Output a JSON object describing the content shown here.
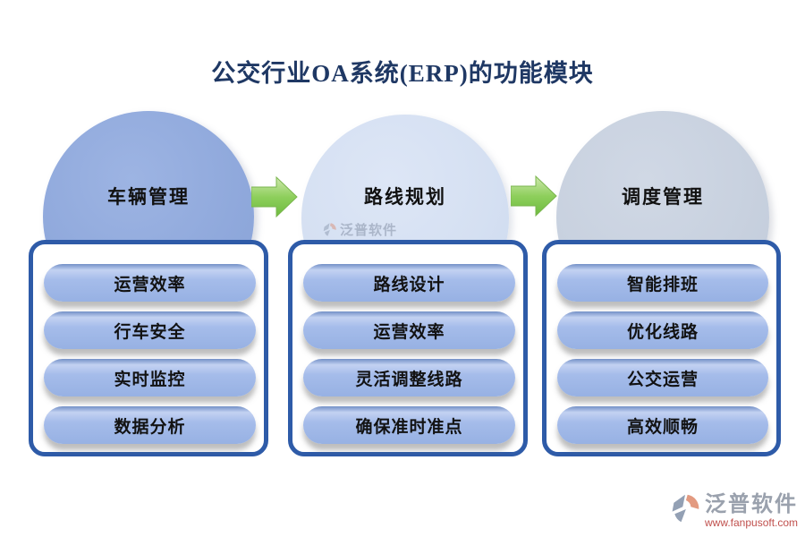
{
  "title": "公交行业OA系统(ERP)的功能模块",
  "columns": [
    {
      "header": "车辆管理",
      "items": [
        "运营效率",
        "行车安全",
        "实时监控",
        "数据分析"
      ]
    },
    {
      "header": "路线规划",
      "items": [
        "路线设计",
        "运营效率",
        "灵活调整线路",
        "确保准时准点"
      ]
    },
    {
      "header": "调度管理",
      "items": [
        "智能排班",
        "优化线路",
        "公交运营",
        "高效顺畅"
      ]
    }
  ],
  "arrows": [
    {
      "icon": "arrow-right-icon",
      "from": "车辆管理",
      "to": "路线规划"
    },
    {
      "icon": "arrow-right-icon",
      "from": "路线规划",
      "to": "调度管理"
    }
  ],
  "watermark": {
    "text": "泛普软件"
  },
  "logo": {
    "name": "泛普软件",
    "url": "www.fanpusoft.com"
  },
  "colors": {
    "title_text": "#1F3864",
    "circle_fills": [
      "#90A9DC",
      "#D5E0F2",
      "#C8D1DF"
    ],
    "pill_fill": "#9DB7E8",
    "container_border": "#2E5BA8",
    "arrow_green": "#7DC24B",
    "logo_gray": "#9AA1AD",
    "logo_red": "#C0504D"
  }
}
